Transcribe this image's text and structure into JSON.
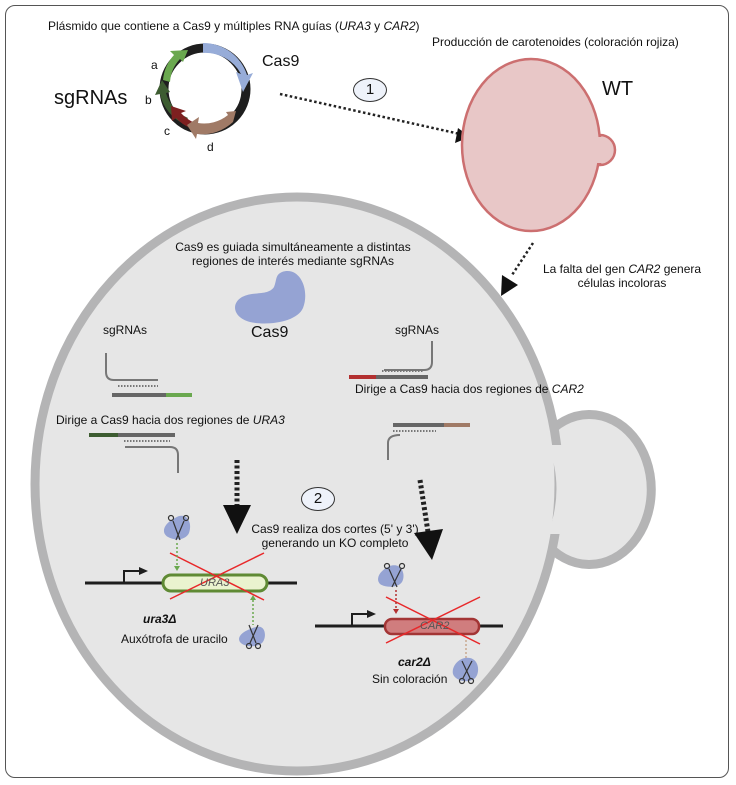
{
  "plasmid": {
    "title_prefix": "Plásmido que contiene a Cas9 y múltiples RNA guías (",
    "title_gene1": "URA3",
    "title_mid": " y ",
    "title_gene2": "CAR2",
    "title_suffix": ")",
    "sgrnas_label": "sgRNAs",
    "cas9_label": "Cas9",
    "segments": [
      {
        "label": "a",
        "color": "#6aa84f"
      },
      {
        "label": "b",
        "color": "#3d5c31"
      },
      {
        "label": "c",
        "color": "#7d2020"
      },
      {
        "label": "d",
        "color": "#a07a66"
      }
    ],
    "cas9_color": "#97acd8",
    "backbone_color": "#1e1e1e"
  },
  "steps": {
    "step1": "1",
    "step2": "2"
  },
  "wt_cell": {
    "caption": "Producción de carotenoides (coloración rojiza)",
    "label": "WT",
    "fill": "#e8c7c7",
    "stroke": "#cc6f70"
  },
  "transition_note": {
    "prefix": "La falta del gen ",
    "gene": "CAR2",
    "suffix": " genera",
    "line2": "células incoloras"
  },
  "mutant_cell": {
    "fill": "#e6e6e6",
    "stroke": "#b4b4b5",
    "guidance_line1": "Cas9 es guiada simultáneamente a distintas",
    "guidance_line2": "regiones de interés mediante sgRNAs",
    "cas9_label": "Cas9",
    "cas9_color": "#95a3d3",
    "left_sgrnas_label": "sgRNAs",
    "right_sgrnas_label": "sgRNAs",
    "ura3_direct_prefix": "Dirige a Cas9 hacia dos regiones de ",
    "ura3_direct_gene": "URA3",
    "car2_direct_prefix": "Dirige a Cas9 hacia dos regiones de ",
    "car2_direct_gene": "CAR2",
    "cut_line1": "Cas9 realiza dos cortes (5' y 3')",
    "cut_line2": "generando un KO completo"
  },
  "ura3_locus": {
    "gene_label": "URA3",
    "knockout_label": "ura3Δ",
    "phenotype": "Auxótrofa de uracilo",
    "gene_fill": "#eaf3cf",
    "gene_stroke": "#5f8a34",
    "guide_color": "#6aa84f"
  },
  "car2_locus": {
    "gene_label": "CAR2",
    "knockout_label": "car2Δ",
    "phenotype": "Sin coloración",
    "gene_fill": "#d07d7e",
    "gene_stroke": "#a33535",
    "guide_color": "#b33030"
  },
  "cross_color": "#e8282a"
}
